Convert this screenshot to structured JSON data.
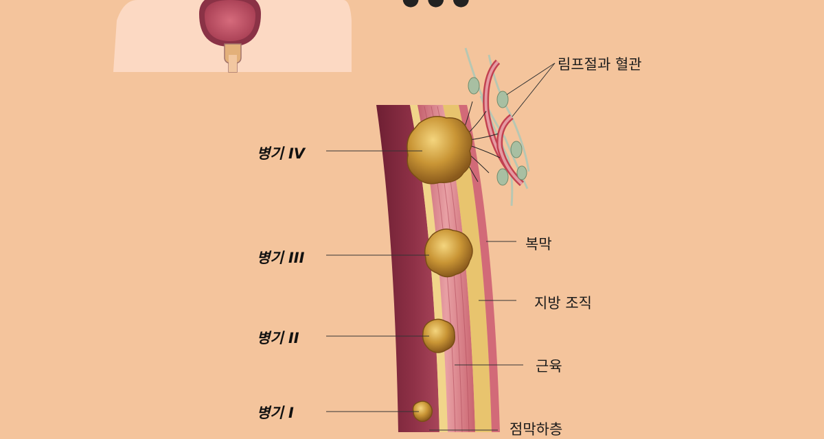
{
  "labels": {
    "lymph_vessels": "림프절과 혈관",
    "serosa": "복막",
    "fat": "지방 조직",
    "muscle": "근육",
    "submucosa": "점막하층"
  },
  "stages": {
    "iv": "병기 IV",
    "iii": "병기 III",
    "ii": "병기 II",
    "i": "병기 I"
  },
  "colors": {
    "background": "#f4c49c",
    "inset_panel": "#fcd9c3",
    "mucosa": "#8e3044",
    "muscle": "#d97f86",
    "fat": "#e6c06a",
    "tumor": "#c9962e"
  }
}
